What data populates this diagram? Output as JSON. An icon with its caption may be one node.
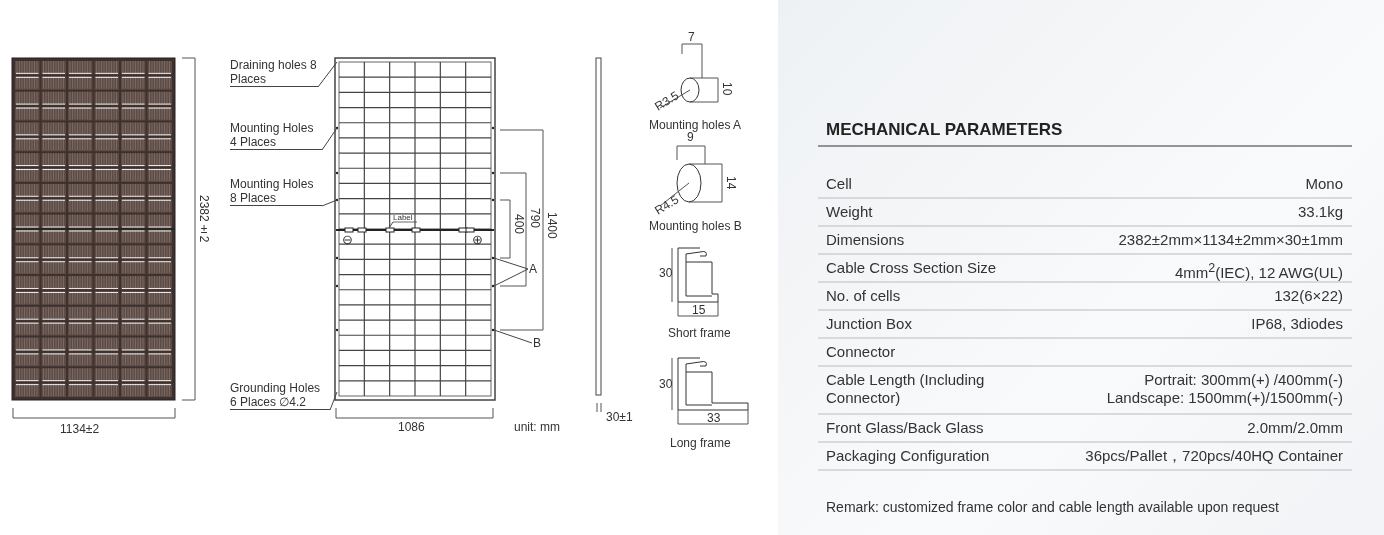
{
  "diagram": {
    "title": "MECHANICAL PARAMETERS",
    "nodes": [
      {
        "text": [
          "Draining holes 8 Places"
        ]
      },
      {
        "text": [
          "Mounting Holes 4 Places"
        ]
      },
      {
        "text": [
          "Mounting Holes 8 Places"
        ]
      },
      {
        "text": [
          "Grounding Holes 6 Places ∅4.2"
        ]
      },
      {
        "text": [
          "A"
        ]
      },
      {
        "text": [
          "B"
        ]
      },
      {
        "text": [],
        "shape": "picture"
      },
      {
        "text": [
          "Label"
        ],
        "in": 6
      }
    ],
    "edges": [
      {
        "from": 0,
        "to": 6,
        "arrow": "none"
      },
      {
        "from": 1,
        "to": 6,
        "arrow": "none"
      },
      {
        "from": 2,
        "to": 6,
        "arrow": "none"
      },
      {
        "from": 3,
        "to": 6,
        "arrow": "none"
      },
      {
        "from": 4,
        "to": 6,
        "arrow": "none"
      },
      {
        "from": 4,
        "to": 6,
        "arrow": "none"
      },
      {
        "from": 5,
        "to": 6,
        "arrow": "none"
      },
      {
        "from": 7,
        "to": 6,
        "arrow": "none"
      }
    ],
    "labels": [
      "2382±2",
      "1134±2",
      "400",
      "790",
      "1400",
      "⊖",
      "⊕",
      "1086",
      "unit: mm",
      "30±1",
      "7",
      "10",
      "R3.5",
      "Mounting holes A",
      "9",
      "14",
      "R4.5",
      "Mounting holes B",
      "30",
      "15",
      "Short frame",
      "30",
      "33",
      "Long frame",
      "Cell",
      "Mono",
      "Weight",
      "33.1kg",
      "Dimensions",
      "2382±2mm×1134±2mm×30±1mm",
      "Cable Cross Section Size",
      "4mm$^{2}$(IEC), 12 AWG(UL)",
      "No. of cells",
      "132(6×22)",
      "Junction Box",
      "IP68, 3diodes",
      "Connector",
      "Cable Length (Including Connector)",
      "Portrait: 300mm(+) /400mm(-) Landscape: 1500mm(+)/1500mm(-)",
      "Front Glass/Back Glass",
      "2.0mm/2.0mm",
      "Packaging Configuration",
      "36pcs/Pallet，720pcs/40HQ Container",
      "Remark: customized frame color and cable length available upon request"
    ]
  }
}
